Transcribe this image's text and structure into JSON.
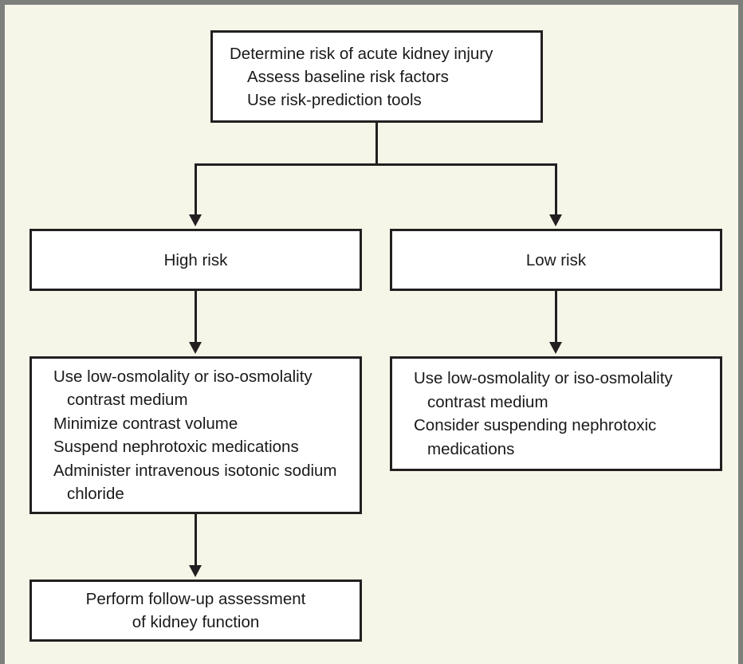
{
  "figure": {
    "background_color": "#f6f6e8",
    "frame_color": "#7d7f7d",
    "box_border_color": "#231f20",
    "box_fill_color": "#ffffff",
    "connector_color": "#231f20"
  },
  "nodes": {
    "determine_risk": {
      "lines": [
        "Determine risk of acute kidney injury",
        "Assess baseline risk factors",
        "Use risk-prediction tools"
      ]
    },
    "high_risk": {
      "label": "High risk"
    },
    "low_risk": {
      "label": "Low risk"
    },
    "high_risk_actions": {
      "items": [
        "Use low-osmolality or iso-osmolality contrast medium",
        "Minimize contrast volume",
        "Suspend nephrotoxic medications",
        "Administer intravenous isotonic sodium chloride"
      ]
    },
    "low_risk_actions": {
      "items": [
        "Use low-osmolality or iso-osmolality contrast medium",
        "Consider suspending nephrotoxic medications"
      ]
    },
    "follow_up": {
      "lines": [
        "Perform follow-up assessment",
        "of kidney function"
      ]
    }
  }
}
